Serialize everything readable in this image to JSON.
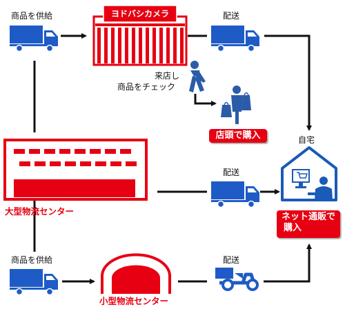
{
  "labels": {
    "supply_top": "商品を供給",
    "supply_bottom": "商品を供給",
    "delivery_top": "配送",
    "delivery_mid": "配送",
    "delivery_bottom": "配送",
    "visit_line1": "来店し",
    "visit_line2": "商品をチェック",
    "home": "自宅",
    "store_sign": "ヨドバシカメラ",
    "large_center": "大型物流センター",
    "small_center": "小型物流センター"
  },
  "badges": {
    "in_store_purchase": "店頭で購入",
    "online_line1": "ネット通販で",
    "online_line2": "購入"
  },
  "colors": {
    "red": "#e60012",
    "truck_blue": "#1e5bc6",
    "home_blue": "#1a5ab8",
    "person_blue": "#2b5ca8",
    "arrow": "#111111",
    "connector": "#111111"
  }
}
